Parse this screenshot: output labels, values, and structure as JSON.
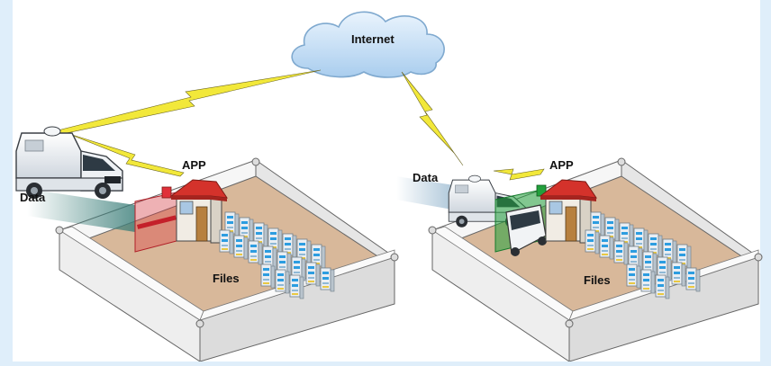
{
  "cloud": {
    "label": "Internet"
  },
  "scenes": [
    {
      "id": "left",
      "data_label": "Data",
      "app_label": "APP",
      "files_label": "Files",
      "gate_state": "denied",
      "gate_color": "#e0303a"
    },
    {
      "id": "right",
      "data_label": "Data",
      "app_label": "APP",
      "files_label": "Files",
      "gate_state": "granted",
      "gate_color": "#22a03c"
    }
  ],
  "colors": {
    "page_background": "#dfeefa",
    "panel_background": "#ffffff",
    "cloud_fill": "#c9e1f6",
    "lightning": "#f2e83a",
    "floor": "#d8b89a",
    "wall": "#f2f2f2",
    "guardhouse_roof": "#d4322b"
  }
}
